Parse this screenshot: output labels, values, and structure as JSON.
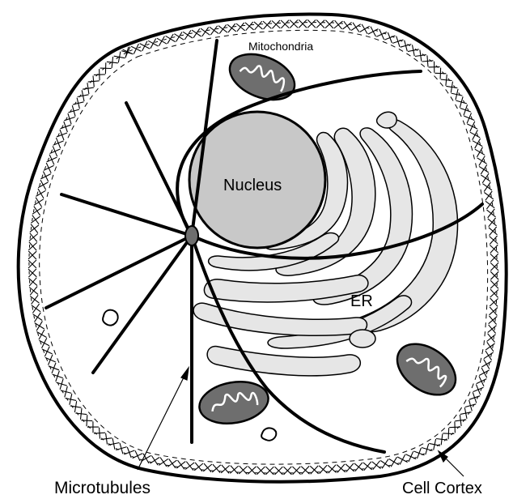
{
  "labels": {
    "mitochondria": "Mitochondria",
    "nucleus": "Nucleus",
    "er": "ER",
    "microtubules": "Microtubules",
    "cell_cortex": "Cell Cortex"
  },
  "colors": {
    "outline": "#000000",
    "nucleus_fill": "#c8c8c8",
    "er_fill": "#e6e6e6",
    "mitochondria_fill": "#6e6e6e",
    "cristae": "#ffffff",
    "background": "#ffffff"
  }
}
